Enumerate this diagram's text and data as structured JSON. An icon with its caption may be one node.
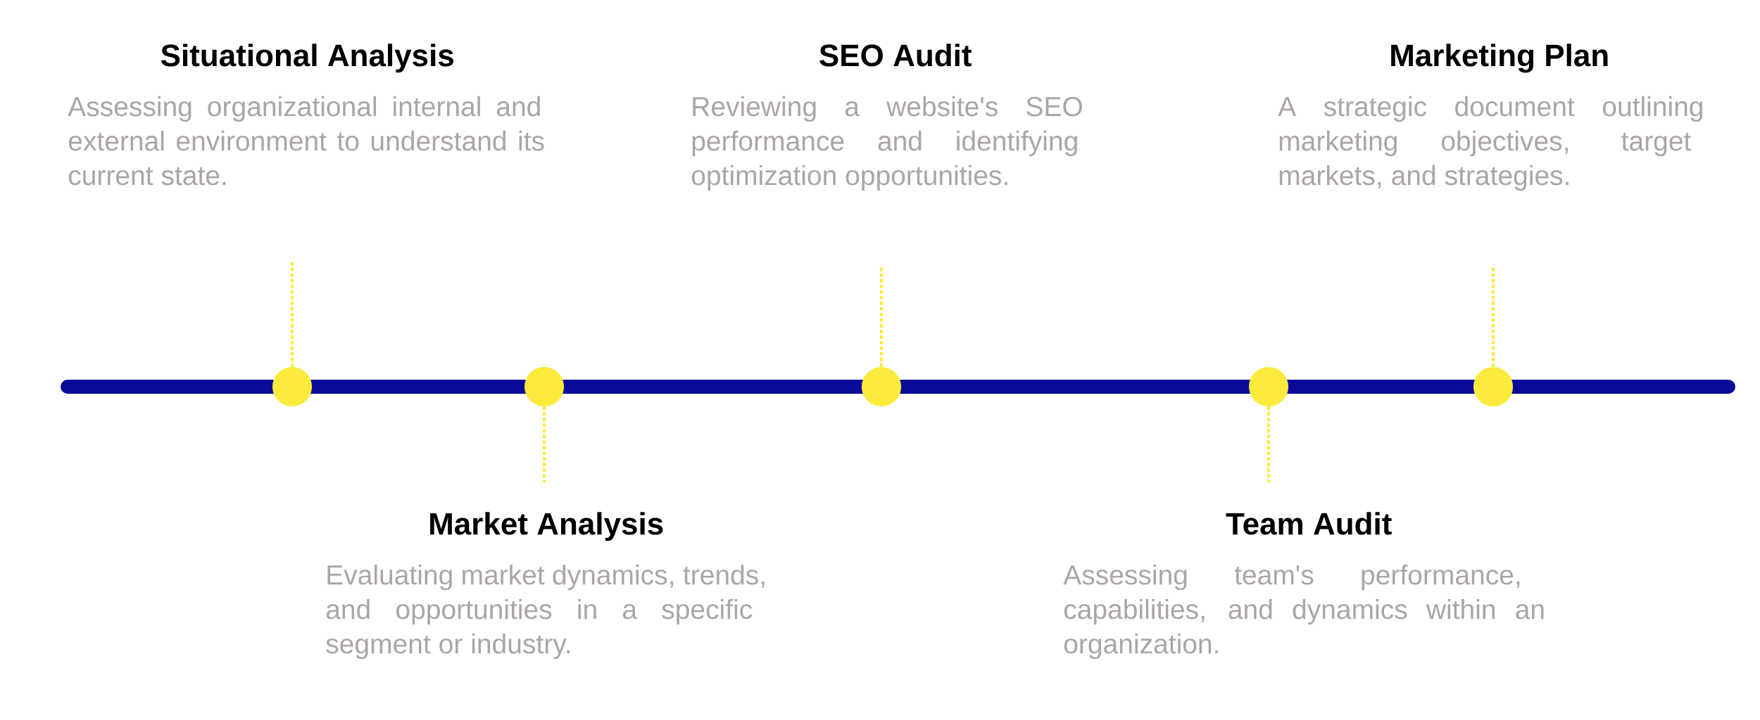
{
  "diagram": {
    "nodes": [
      {
        "text": [
          "Situational Analysis",
          "Assessing organizational internal and external environment to understand its current state."
        ]
      },
      {
        "text": [
          "SEO Audit",
          "Reviewing a website's SEO performance and identifying optimization opportunities."
        ]
      },
      {
        "text": [
          "Marketing Plan",
          "A strategic document outlining marketing objectives, target markets, and strategies."
        ]
      },
      {
        "text": [
          "Market Analysis",
          "Evaluating market dynamics, trends, and opportunities in a specific segment or industry."
        ]
      },
      {
        "text": [
          "Team Audit",
          "Assessing team's performance, capabilities, and dynamics within an organization."
        ]
      },
      {
        "text": [],
        "shape": "circle"
      },
      {
        "text": [],
        "shape": "circle"
      },
      {
        "text": [],
        "shape": "circle"
      },
      {
        "text": [],
        "shape": "circle"
      },
      {
        "text": [],
        "shape": "circle"
      }
    ],
    "edges": [
      {
        "from": 5,
        "to": 0,
        "arrow": "none",
        "style": "dashed"
      },
      {
        "from": 6,
        "to": 3,
        "arrow": "none",
        "style": "dashed"
      },
      {
        "from": 7,
        "to": 1,
        "arrow": "none",
        "style": "dashed"
      },
      {
        "from": 8,
        "to": 4,
        "arrow": "none",
        "style": "dashed"
      },
      {
        "from": 9,
        "to": 2,
        "arrow": "none",
        "style": "dashed"
      }
    ]
  }
}
